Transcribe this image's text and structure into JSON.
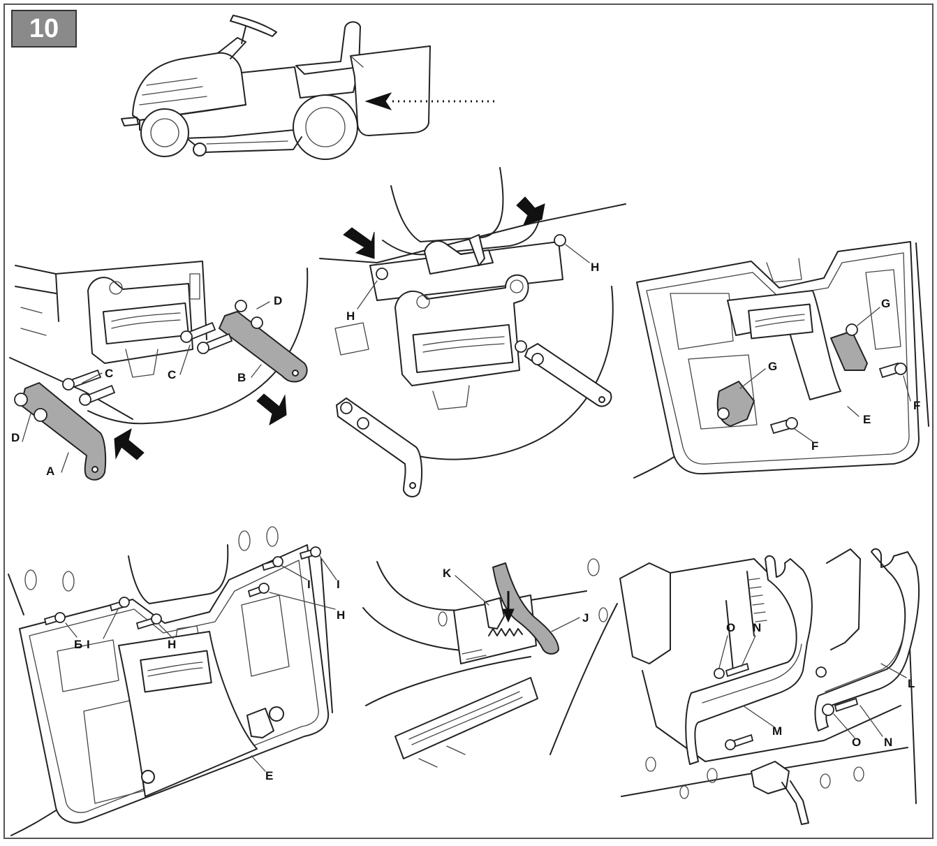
{
  "step_number": "10",
  "panels": {
    "bracket_mounting": {
      "labels": {
        "A": "A",
        "B": "B",
        "C_left": "C",
        "C_right": "C",
        "D_top": "D",
        "D_bottom": "D"
      }
    },
    "bracket_fastening": {
      "labels": {
        "H_left": "H",
        "H_right": "H"
      }
    },
    "plate_mounting": {
      "labels": {
        "G_top": "G",
        "G_left": "G",
        "F_left": "F",
        "F_right": "F",
        "E": "E"
      }
    },
    "plate_bolting": {
      "labels": {
        "B5": "Б",
        "I_left": "I",
        "H_left": "H",
        "I_mid": "I",
        "I_right": "I",
        "H_right": "H",
        "E": "E"
      }
    },
    "latch_spring": {
      "labels": {
        "K": "K",
        "J": "J"
      }
    },
    "hook_arms": {
      "labels": {
        "O_top": "O",
        "N_top": "N",
        "M": "M",
        "L": "L",
        "O_bottom": "O",
        "N_bottom": "N"
      }
    }
  }
}
